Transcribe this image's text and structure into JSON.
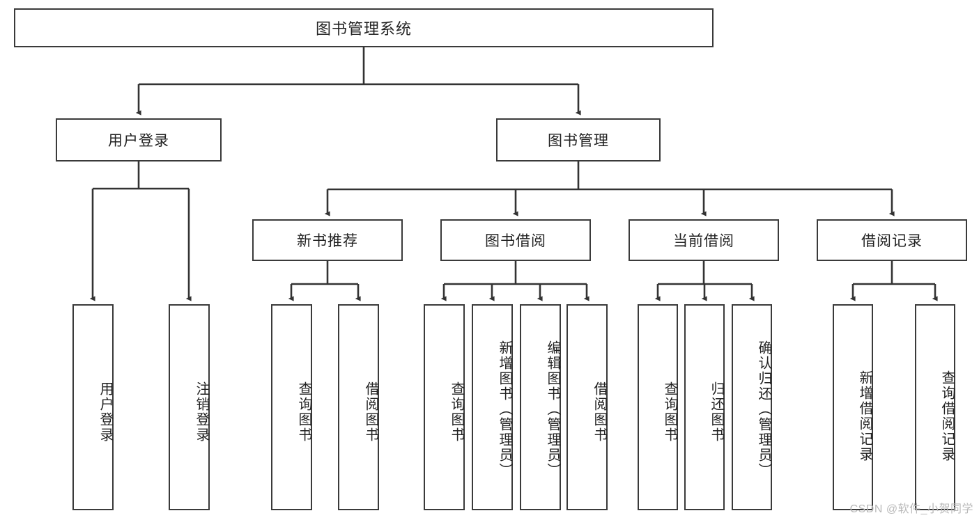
{
  "diagram": {
    "title": "图书管理系统",
    "type": "tree-hierarchy-diagram",
    "levels": {
      "root": "图书管理系统",
      "level2": [
        "用户登录",
        "图书管理"
      ],
      "level3": [
        "新书推荐",
        "图书借阅",
        "当前借阅",
        "借阅记录"
      ]
    },
    "nodes": {
      "root": "图书管理系统",
      "user_login": "用户登录",
      "book_manage": "图书管理",
      "new_book_rec": "新书推荐",
      "book_borrow": "图书借阅",
      "current_borrow": "当前借阅",
      "borrow_record": "借阅记录"
    },
    "leaves": {
      "user_login": [
        "用户登录",
        "注销登录"
      ],
      "new_book_rec": [
        "查询图书",
        "借阅图书"
      ],
      "book_borrow": [
        "查询图书",
        "新增图书（管理员）",
        "编辑图书（管理员）",
        "借阅图书"
      ],
      "current_borrow": [
        "查询图书",
        "归还图书",
        "确认归还（管理员）"
      ],
      "borrow_record": [
        "新增借阅记录",
        "查询借阅记录"
      ]
    },
    "watermark": "CSDN @软件_小贺同学",
    "colors": {
      "border": "#3a3a3a",
      "background": "#ffffff",
      "text": "#222222",
      "connector": "#333333",
      "watermark": "#b9b9b9"
    }
  }
}
